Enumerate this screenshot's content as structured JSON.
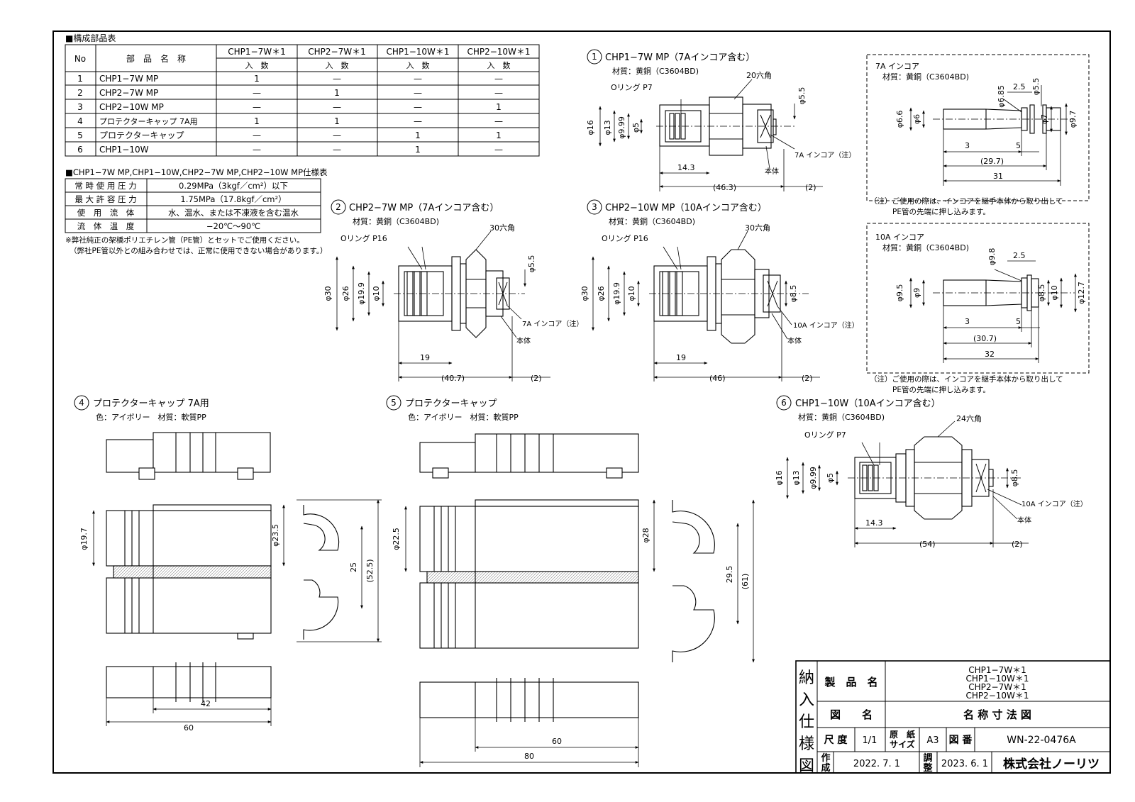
{
  "parts_table": {
    "title": "■構成部品表",
    "header": {
      "no": "No",
      "name": "部　品　名　称",
      "qty": "入　数"
    },
    "models": [
      "CHP1−7W＊1",
      "CHP2−7W＊1",
      "CHP1−10W＊1",
      "CHP2−10W＊1"
    ],
    "rows": [
      {
        "no": "1",
        "name": "CHP1−7W MP",
        "q": [
          "1",
          "—",
          "—",
          "—"
        ]
      },
      {
        "no": "2",
        "name": "CHP2−7W MP",
        "q": [
          "—",
          "1",
          "—",
          "—"
        ]
      },
      {
        "no": "3",
        "name": "CHP2−10W MP",
        "q": [
          "—",
          "—",
          "—",
          "1"
        ]
      },
      {
        "no": "4",
        "name": "プロテクターキャップ 7A用",
        "q": [
          "1",
          "1",
          "—",
          "—"
        ]
      },
      {
        "no": "5",
        "name": "プロテクターキャップ",
        "q": [
          "—",
          "—",
          "1",
          "1"
        ]
      },
      {
        "no": "6",
        "name": "CHP1−10W",
        "q": [
          "—",
          "—",
          "1",
          "—"
        ]
      }
    ]
  },
  "spec_table": {
    "title": "■CHP1−7W MP,CHP1−10W,CHP2−7W MP,CHP2−10W MP仕様表",
    "rows": [
      {
        "label": "常 時 使 用 圧 力",
        "value": "0.29MPa（3kgf／cm²）以下"
      },
      {
        "label": "最 大 許 容 圧 力",
        "value": "1.75MPa（17.8kgf／cm²）"
      },
      {
        "label": "使　用　流　体",
        "value": "水、温水、または不凍液を含む温水"
      },
      {
        "label": "流　体　温　度",
        "value": "−20℃〜90℃"
      }
    ],
    "note1": "※弊社純正の架橋ポリエチレン管（PE管）とセットでご使用ください。",
    "note2": "（弊社PE管以外との組み合わせでは、正常に使用できない場合があります。）"
  },
  "parts": [
    {
      "num": "1",
      "title": "CHP1−7W MP（7Aインコア含む）",
      "material": "材質：黄銅（C3604BD)",
      "oring": "Oリング P7",
      "hex": "20六角",
      "insert": "7A インコア（注）",
      "body": "本体",
      "dims_v": [
        "φ16",
        "φ13",
        "φ9.99",
        "φ5",
        "φ5.5"
      ],
      "dims_h": [
        "14.3",
        "(46.3)",
        "(2)"
      ]
    },
    {
      "num": "2",
      "title": "CHP2−7W MP（7Aインコア含む）",
      "material": "材質：黄銅（C3604BD)",
      "oring": "Oリング P16",
      "hex": "30六角",
      "insert": "7A インコア（注）",
      "body": "本体",
      "dims_v": [
        "φ30",
        "φ26",
        "φ19.9",
        "φ10",
        "φ5.5"
      ],
      "dims_h": [
        "19",
        "(40.7)",
        "(2)"
      ]
    },
    {
      "num": "3",
      "title": "CHP2−10W MP（10Aインコア含む）",
      "material": "材質：黄銅（C3604BD)",
      "oring": "Oリング P16",
      "hex": "30六角",
      "insert": "10A インコア（注）",
      "body": "本体",
      "dims_v": [
        "φ30",
        "φ26",
        "φ19.9",
        "φ10",
        "φ8.5"
      ],
      "dims_h": [
        "19",
        "(46)",
        "(2)"
      ]
    },
    {
      "num": "4",
      "title": "プロテクターキャップ 7A用",
      "material": "色：アイボリー　材質：軟質PP",
      "dims": [
        "φ19.7",
        "φ23.5",
        "25",
        "(52.5)",
        "42",
        "60"
      ]
    },
    {
      "num": "5",
      "title": "プロテクターキャップ",
      "material": "色：アイボリー　材質：軟質PP",
      "dims": [
        "φ22.5",
        "φ28",
        "29.5",
        "(61)",
        "60",
        "80"
      ]
    },
    {
      "num": "6",
      "title": "CHP1−10W（10Aインコア含む）",
      "material": "材質：黄銅（C3604BD)",
      "oring": "Oリング P7",
      "hex": "24六角",
      "insert": "10A インコア（注）",
      "body": "本体",
      "dims_v": [
        "φ16",
        "φ13",
        "φ9.99",
        "φ5",
        "φ8.5"
      ],
      "dims_h": [
        "14.3",
        "(54)",
        "(2)"
      ]
    }
  ],
  "incore": [
    {
      "title": "7A インコア",
      "material": "材質：黄銅（C3604BD)",
      "dims": [
        "φ6.6",
        "φ6",
        "φ6.85",
        "2.5",
        "φ5.5",
        "φ7",
        "φ9.7",
        "3",
        "5",
        "(29.7)",
        "31"
      ]
    },
    {
      "title": "10A インコア",
      "material": "材質：黄銅（C3604BD)",
      "dims": [
        "φ9.5",
        "φ9",
        "φ9.8",
        "2.5",
        "φ8.5",
        "φ10",
        "φ12.7",
        "3",
        "5",
        "(30.7)",
        "32"
      ]
    }
  ],
  "note_line1": "（注）ご使用の際は、インコアを継手本体から取り出して",
  "note_line2": "PE管の先端に押し込みます。",
  "title_block": {
    "side": [
      "納",
      "入",
      "仕",
      "様",
      "図"
    ],
    "product_label": "製　品　名",
    "products": [
      "CHP1−7W＊1",
      "CHP1−10W＊1",
      "CHP2−7W＊1",
      "CHP2−10W＊1"
    ],
    "drawing_label": "図　　名",
    "drawing_name": "名 称 寸 法 図",
    "scale_label": "尺 度",
    "scale": "1/1",
    "paper_label_1": "原　紙",
    "paper_label_2": "サイズ",
    "paper": "A3",
    "number_label": "図 番",
    "number": "WN-22-0476A",
    "made_label_1": "作",
    "made_label_2": "成",
    "made_date": "2022. 7. 1",
    "adj_label_1": "調",
    "adj_label_2": "整",
    "adj_date": "2023. 6. 1",
    "company": "株式会社ノーリツ"
  }
}
